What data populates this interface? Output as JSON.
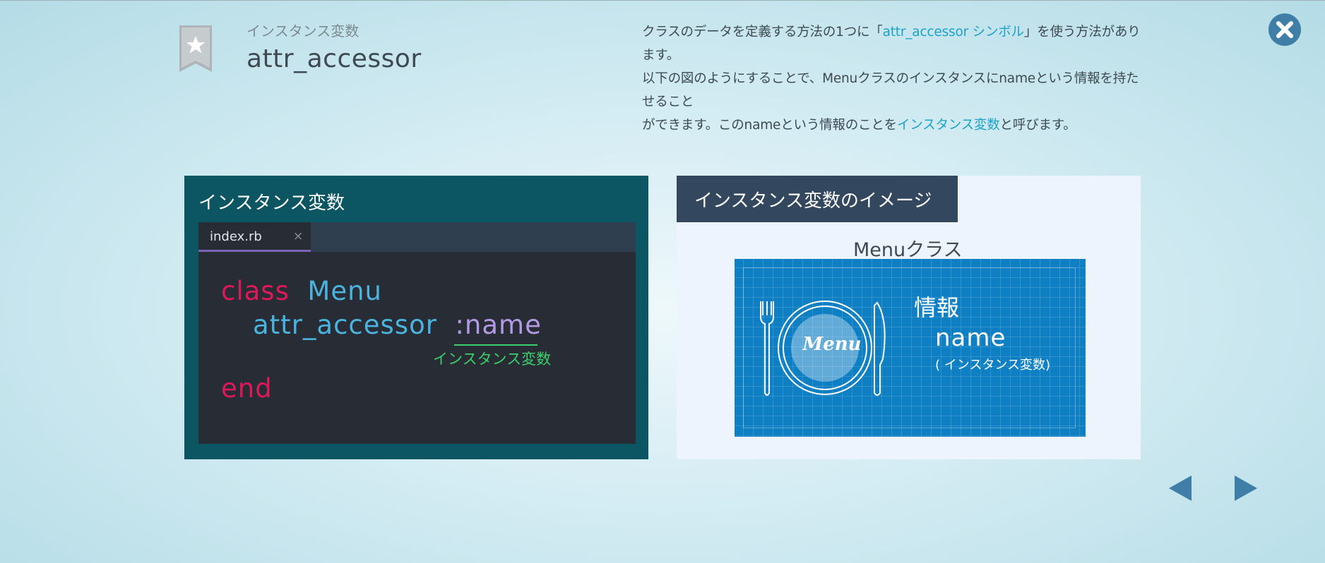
{
  "header": {
    "category": "インスタンス変数",
    "title": "attr_accessor"
  },
  "description": {
    "line1_pre": "クラスのデータを定義する方法の1つに「",
    "line1_hl": "attr_accessor シンボル",
    "line1_post": "」を使う方法があります。",
    "line2": "以下の図のようにすることで、Menuクラスのインスタンスにnameという情報を持たせること",
    "line3_pre": "ができます。このnameという情報のことを",
    "line3_hl": "インスタンス変数",
    "line3_post": "と呼びます。"
  },
  "code_panel": {
    "title": "インスタンス変数",
    "tab_label": "index.rb",
    "tab_close": "×",
    "code": {
      "l1_kw": "class",
      "l1_name": "Menu",
      "l2_method": "attr_accessor",
      "l2_sym": ":name",
      "l3_kw": "end"
    },
    "annotation": "インスタンス変数"
  },
  "image_panel": {
    "title": "インスタンス変数のイメージ",
    "class_label": "Menuクラス",
    "plate_text": "Menu",
    "info_label": "情報",
    "var_name": "name",
    "var_note": "( インスタンス変数)"
  },
  "colors": {
    "accent": "#1aa2c8",
    "code_keyword": "#e0185a",
    "code_class": "#4ab3de",
    "code_symbol": "#b39ae6",
    "annotation": "#3ccf6b",
    "blueprint": "#0e7fc3"
  },
  "icons": {
    "bookmark": "bookmark-star-icon",
    "close": "close-icon",
    "prev": "arrow-left-icon",
    "next": "arrow-right-icon"
  }
}
